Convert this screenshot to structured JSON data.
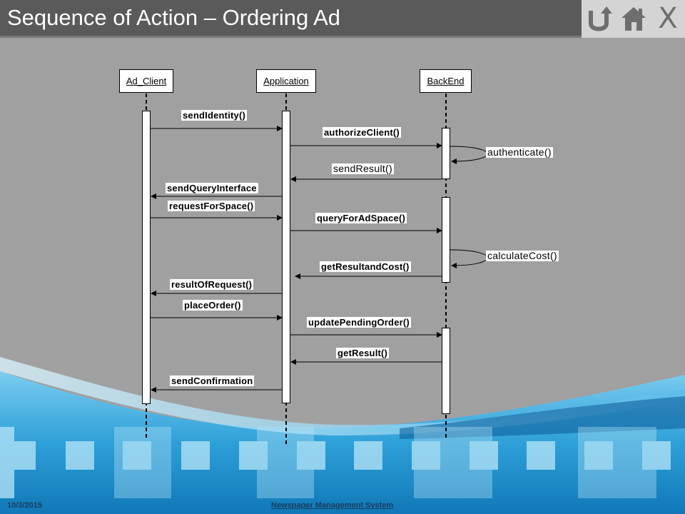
{
  "slide": {
    "title": "Sequence of Action – Ordering Ad",
    "footer_date": "10/3/2015",
    "footer_text": "Newspaper  Management  System"
  },
  "nav": {
    "back_icon": "return-icon",
    "home_icon": "home-icon",
    "close_label": "X"
  },
  "diagram": {
    "lifelines": [
      "Ad_Client",
      "Application",
      "BackEnd"
    ],
    "messages": [
      {
        "label": "sendIdentity()",
        "from": "Ad_Client",
        "to": "Application"
      },
      {
        "label": "authorizeClient()",
        "from": "Application",
        "to": "BackEnd"
      },
      {
        "label": "authenticate()",
        "from": "BackEnd",
        "to": "BackEnd"
      },
      {
        "label": "sendResult()",
        "from": "BackEnd",
        "to": "Application"
      },
      {
        "label": "sendQueryInterface",
        "from": "Application",
        "to": "Ad_Client"
      },
      {
        "label": "requestForSpace()",
        "from": "Ad_Client",
        "to": "Application"
      },
      {
        "label": "queryForAdSpace()",
        "from": "Application",
        "to": "BackEnd"
      },
      {
        "label": "calculateCost()",
        "from": "BackEnd",
        "to": "BackEnd"
      },
      {
        "label": "getResultandCost()",
        "from": "BackEnd",
        "to": "Application"
      },
      {
        "label": "resultOfRequest()",
        "from": "Application",
        "to": "Ad_Client"
      },
      {
        "label": "placeOrder()",
        "from": "Ad_Client",
        "to": "Application"
      },
      {
        "label": "updatePendingOrder()",
        "from": "Application",
        "to": "BackEnd"
      },
      {
        "label": "getResult()",
        "from": "BackEnd",
        "to": "Application"
      },
      {
        "label": "sendConfirmation",
        "from": "Application",
        "to": "Ad_Client"
      }
    ]
  },
  "colors": {
    "background": "#a0a0a0",
    "title_bar": "#5a5a5a",
    "accent_blue": "#2a9fd8"
  }
}
